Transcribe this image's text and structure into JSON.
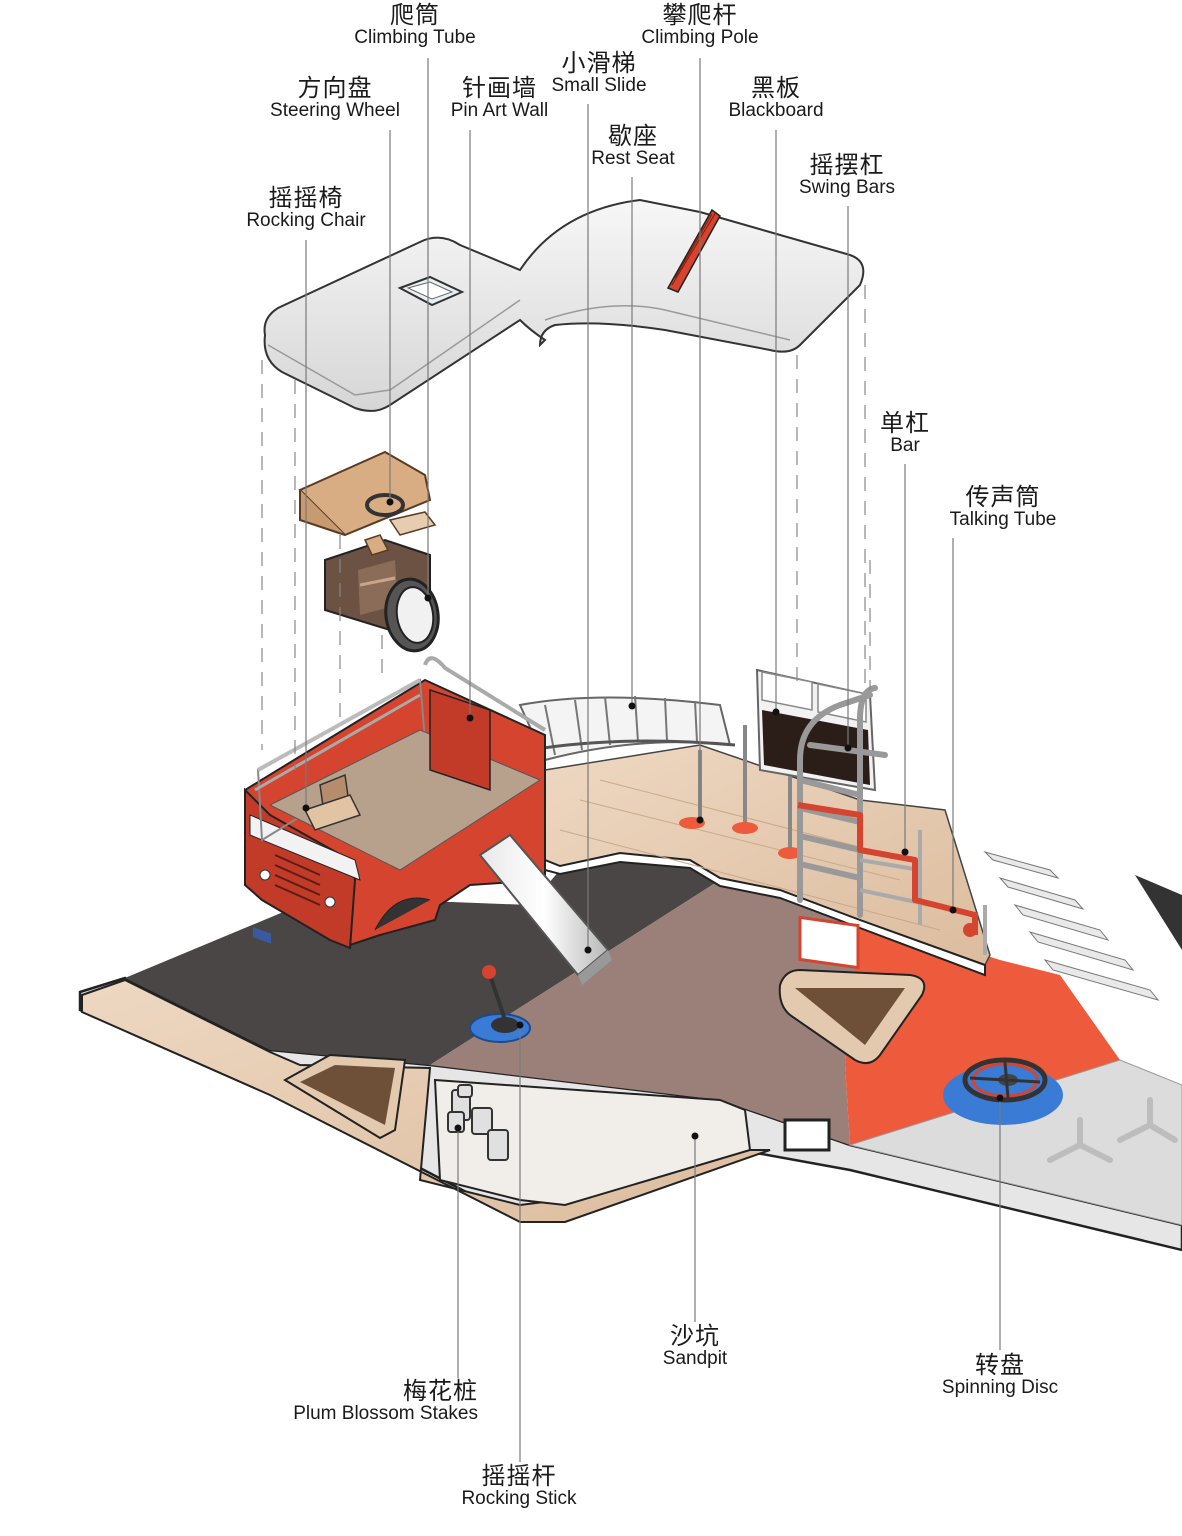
{
  "labels": {
    "climbing_tube": {
      "zh": "爬筒",
      "en": "Climbing Tube"
    },
    "climbing_pole": {
      "zh": "攀爬杆",
      "en": "Climbing Pole"
    },
    "small_slide": {
      "zh": "小滑梯",
      "en": "Small Slide"
    },
    "steering_wheel": {
      "zh": "方向盘",
      "en": "Steering Wheel"
    },
    "pin_art_wall": {
      "zh": "针画墙",
      "en": "Pin Art Wall"
    },
    "blackboard": {
      "zh": "黑板",
      "en": "Blackboard"
    },
    "rest_seat": {
      "zh": "歇座",
      "en": "Rest Seat"
    },
    "swing_bars": {
      "zh": "摇摆杠",
      "en": "Swing Bars"
    },
    "rocking_chair": {
      "zh": "摇摇椅",
      "en": "Rocking Chair"
    },
    "bar": {
      "zh": "单杠",
      "en": "Bar"
    },
    "talking_tube": {
      "zh": "传声筒",
      "en": "Talking Tube"
    },
    "sandpit": {
      "zh": "沙坑",
      "en": "Sandpit"
    },
    "spinning_disc": {
      "zh": "转盘",
      "en": "Spinning Disc"
    },
    "plum_blossom": {
      "zh": "梅花桩",
      "en": "Plum Blossom Stakes"
    },
    "rocking_stick": {
      "zh": "摇摇杆",
      "en": "Rocking Stick"
    }
  },
  "colors": {
    "bus_red": "#d4442e",
    "rubber_orange": "#ee5a3c",
    "asphalt": "#4a4646",
    "brown_floor": "#9a8078",
    "wood": "#e8cdb2",
    "blue_pad": "#3a7bd5",
    "leader_line": "#7a7a7a"
  }
}
